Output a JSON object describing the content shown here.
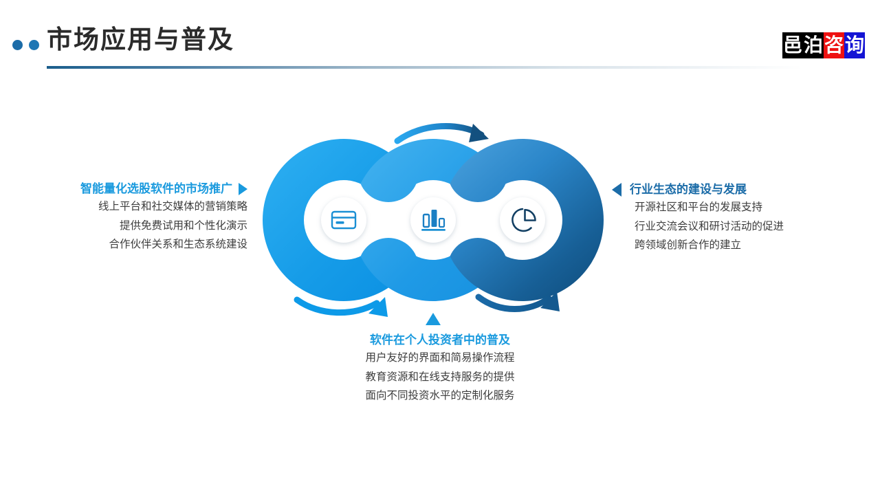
{
  "header": {
    "title": "市场应用与普及",
    "dot_color": "#1b6ca8",
    "rule_color": "#1b5e8c"
  },
  "logo": {
    "segments": [
      {
        "text": "邑",
        "bg": "#000000"
      },
      {
        "text": "泊",
        "bg": "#000000"
      },
      {
        "text": "咨",
        "bg": "#ee1111"
      },
      {
        "text": "询",
        "bg": "#1414d4"
      }
    ]
  },
  "blocks": {
    "left": {
      "marker": "triangle-right",
      "heading": "智能量化选股软件的市场推广",
      "lines": [
        "线上平台和社交媒体的营销策略",
        "提供免费试用和个性化演示",
        "合作伙伴关系和生态系统建设"
      ],
      "heading_color": "#1a9ade"
    },
    "right": {
      "marker": "triangle-left",
      "heading": "行业生态的建设与发展",
      "lines": [
        "开源社区和平台的发展支持",
        "行业交流会议和研讨活动的促进",
        "跨领域创新合作的建立"
      ],
      "heading_color": "#1b6ca8"
    },
    "bottom": {
      "marker": "triangle-up",
      "heading": "软件在个人投资者中的普及",
      "lines": [
        "用户友好的界面和简易操作流程",
        "教育资源和在线支持服务的提供",
        "面向不同投资水平的定制化服务"
      ],
      "heading_color": "#1a9ade"
    }
  },
  "graphic": {
    "circles": [
      {
        "name": "circle-left",
        "icon": "credit-card-icon",
        "fill_from": "#2aa8ef",
        "fill_to": "#0d93e3",
        "icon_color": "#1a8fd4"
      },
      {
        "name": "circle-middle",
        "icon": "bar-chart-icon",
        "fill_from": "#3fb0ef",
        "fill_to": "#1b96e4",
        "icon_color": "#1a7fc4"
      },
      {
        "name": "circle-right",
        "icon": "pie-chart-icon",
        "fill_from": "#3b92d4",
        "fill_to": "#124f7f",
        "icon_color": "#123f63"
      }
    ],
    "arrows": [
      {
        "name": "arrow-top",
        "from": "#2aa8ef",
        "to": "#1565a8"
      },
      {
        "name": "arrow-bottom-left",
        "from": "#0d9ae8",
        "to": "#0d9ae8"
      },
      {
        "name": "arrow-bottom-right",
        "from": "#1c6fae",
        "to": "#145f97"
      }
    ]
  }
}
